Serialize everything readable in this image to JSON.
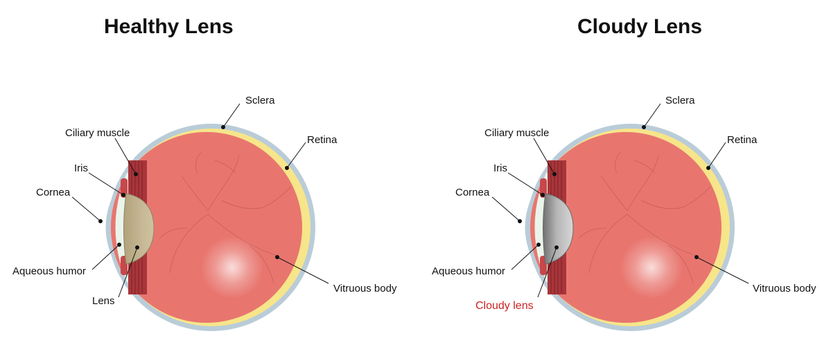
{
  "panels": [
    {
      "title": "Healthy Lens",
      "labels": {
        "sclera": "Sclera",
        "ciliary": "Ciliary muscle",
        "retina": "Retina",
        "iris": "Iris",
        "cornea": "Cornea",
        "aqueous": "Aqueous humor",
        "vitreous": "Vitruous body",
        "lens": "Lens"
      },
      "lens_color": "#bdae8a"
    },
    {
      "title": "Cloudy Lens",
      "labels": {
        "sclera": "Sclera",
        "ciliary": "Ciliary muscle",
        "retina": "Retina",
        "iris": "Iris",
        "cornea": "Cornea",
        "aqueous": "Aqueous humor",
        "vitreous": "Vitruous body",
        "lens": "Cloudy lens"
      },
      "lens_color": "#9a9a9a"
    }
  ],
  "colors": {
    "sclera": "#b9ccd8",
    "retina": "#f7e58a",
    "eyeball": "#e8766f",
    "ciliary": "#a8353a",
    "cornea": "#eaf4ea",
    "highlight_label": "#cc2222"
  }
}
